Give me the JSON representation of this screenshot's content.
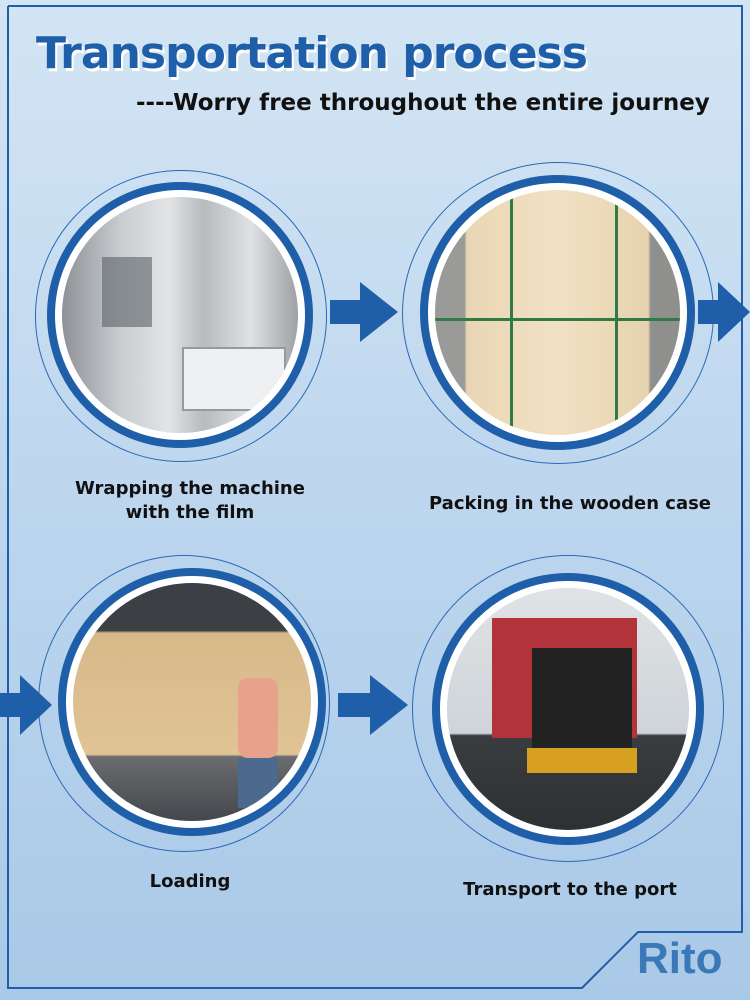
{
  "header": {
    "title": "Transportation process",
    "subtitle": "----Worry free throughout the entire journey"
  },
  "steps": [
    {
      "caption": "Wrapping the machine with the film",
      "icon": "machine-wrapped-photo"
    },
    {
      "caption": "Packing in the wooden case",
      "icon": "wooden-case-photo"
    },
    {
      "caption": "Loading",
      "icon": "truck-loading-photo"
    },
    {
      "caption": "Transport to the port",
      "icon": "truck-transport-photo"
    }
  ],
  "brand": {
    "logo": "Rito",
    "color": "#1f5ea8"
  }
}
